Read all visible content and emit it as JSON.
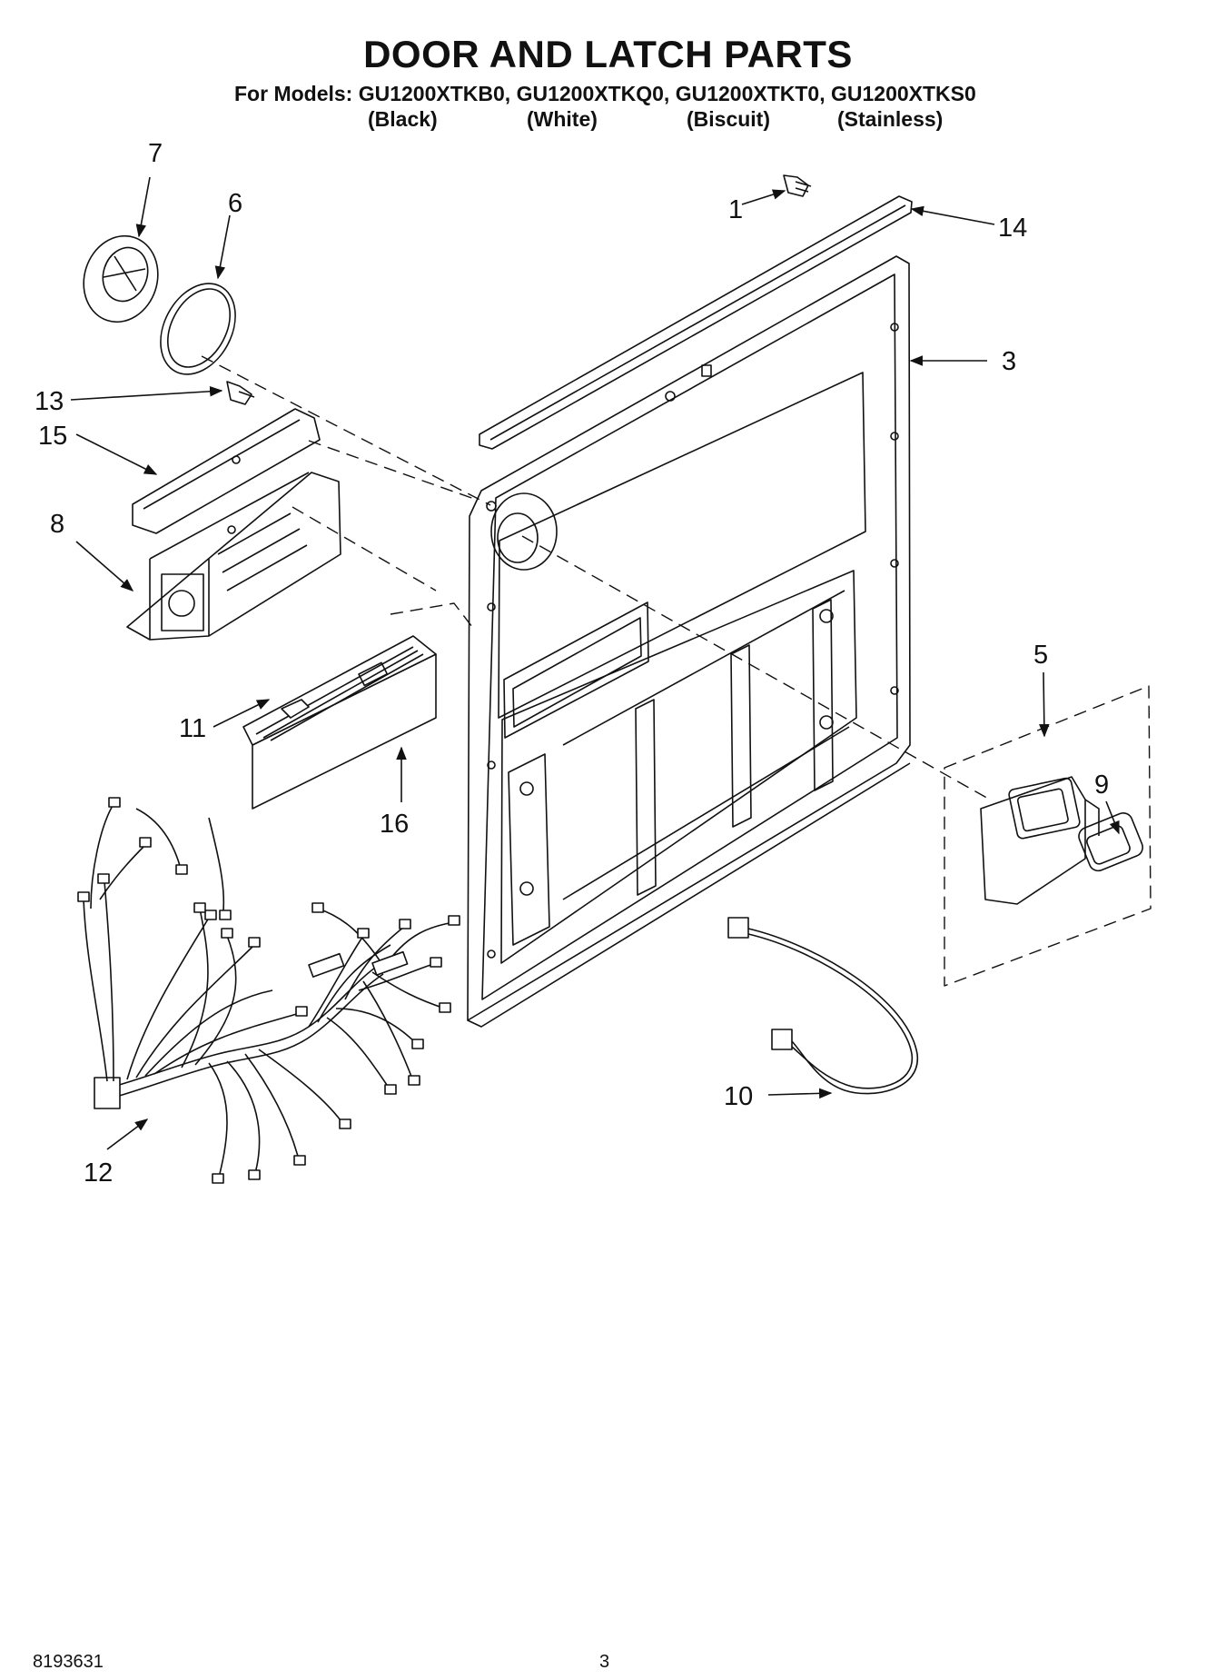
{
  "title": "DOOR AND LATCH PARTS",
  "models_line": "For Models: GU1200XTKB0, GU1200XTKQ0, GU1200XTKT0, GU1200XTKS0",
  "variants": [
    "(Black)",
    "(White)",
    "(Biscuit)",
    "(Stainless)"
  ],
  "callouts": {
    "c1": "1",
    "c3": "3",
    "c5": "5",
    "c6": "6",
    "c7": "7",
    "c8": "8",
    "c9": "9",
    "c10": "10",
    "c11": "11",
    "c12": "12",
    "c13": "13",
    "c14": "14",
    "c15": "15",
    "c16": "16"
  },
  "footer": {
    "doc_number": "8193631",
    "page_number": "3"
  }
}
